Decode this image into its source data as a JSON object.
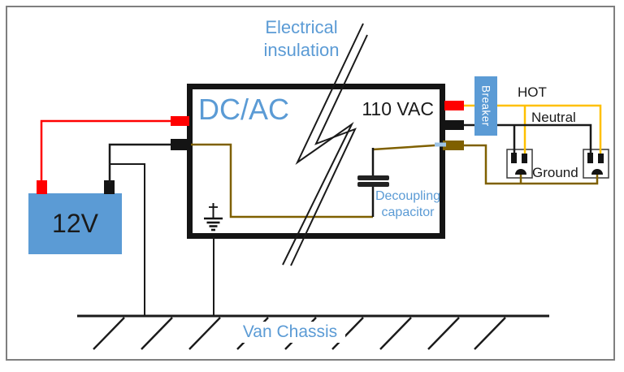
{
  "diagram": {
    "annotations": {
      "electrical_insulation": "Electrical insulation",
      "decoupling_capacitor": "Decoupling capacitor",
      "van_chassis": "Van Chassis"
    },
    "inverter": {
      "label": "DC/AC",
      "output_label": "110 VAC"
    },
    "battery": {
      "label": "12V"
    },
    "breaker": {
      "label": "Breaker"
    },
    "ac_lines": {
      "hot": "HOT",
      "neutral": "Neutral",
      "ground": "Ground"
    },
    "colors": {
      "accent_blue": "#5B9BD5",
      "light_blue_jumper": "#9DC3E6",
      "wire_red": "#FF0000",
      "wire_black": "#1A1A1A",
      "wire_hot_yellow": "#FFC000",
      "wire_ground_olive": "#7F6000"
    }
  }
}
